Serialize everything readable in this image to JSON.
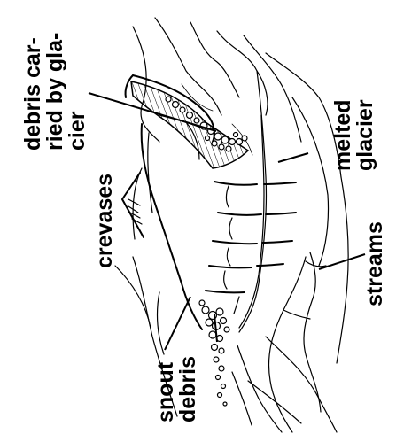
{
  "diagram": {
    "labels": {
      "debris_carried": [
        "debris car-",
        "ried by gla-",
        "cier"
      ],
      "melted_glacier": [
        "melted",
        "glacier"
      ],
      "crevases": "crevases",
      "streams": "streams",
      "snout_debris": [
        "snout",
        "debris"
      ]
    },
    "colors": {
      "ink": "#000000",
      "paper": "#ffffff"
    }
  }
}
